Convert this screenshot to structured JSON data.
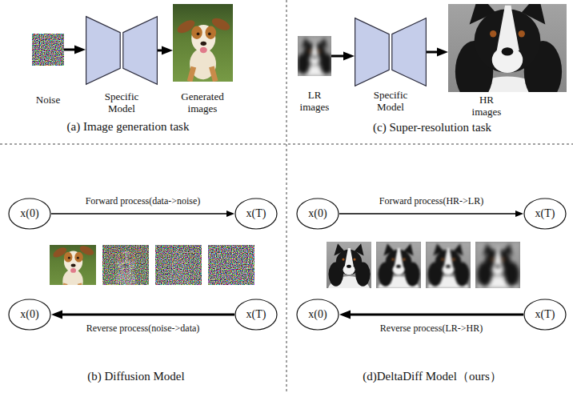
{
  "diagram": {
    "nodes": [
      {
        "text": [
          "Noise"
        ]
      },
      {
        "text": [
          "Specific Model"
        ]
      },
      {
        "text": [
          "Generated images"
        ]
      },
      {
        "text": [
          "LR images"
        ]
      },
      {
        "text": [
          "Specific Model"
        ]
      },
      {
        "text": [
          "HR images"
        ]
      },
      {
        "text": [
          "x(0)"
        ]
      },
      {
        "text": [
          "x(T)"
        ]
      },
      {
        "text": [
          "x(0)"
        ]
      },
      {
        "text": [
          "x(T)"
        ]
      },
      {
        "text": [
          "x(0)"
        ]
      },
      {
        "text": [
          "x(T)"
        ]
      },
      {
        "text": [
          "x(0)"
        ]
      },
      {
        "text": [
          "x(T)"
        ]
      }
    ],
    "edges": [
      {
        "from": 0,
        "to": 1,
        "arrow": "to"
      },
      {
        "from": 1,
        "to": 2,
        "arrow": "to"
      },
      {
        "from": 3,
        "to": 4,
        "arrow": "to"
      },
      {
        "from": 4,
        "to": 5,
        "arrow": "to"
      },
      {
        "from": 6,
        "to": 7,
        "label": "Forward process(data->noise)",
        "arrow": "to"
      },
      {
        "from": 9,
        "to": 8,
        "label": "Reverse process(noise->data)",
        "arrow": "to"
      },
      {
        "from": 10,
        "to": 11,
        "label": "Forward process(HR->LR)",
        "arrow": "to"
      },
      {
        "from": 13,
        "to": 12,
        "label": "Reverse process(LR->HR)",
        "arrow": "to"
      }
    ],
    "labels": [
      "(a) Image generation task",
      "(c) Super-resolution task",
      "(b) Diffusion Model",
      "(d)DeltaDiff Model（ours）"
    ]
  }
}
